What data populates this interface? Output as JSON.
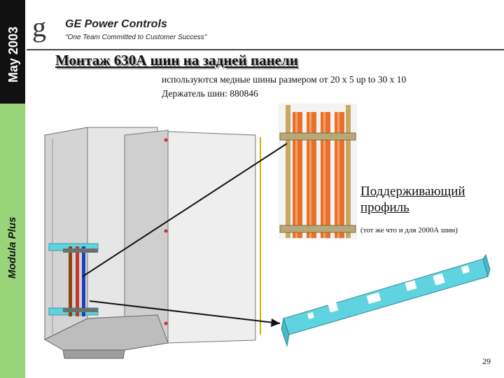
{
  "sidebar": {
    "date": "May 2003",
    "product": "Modula Plus"
  },
  "header": {
    "logo_letter": "g",
    "company": "GE Power Controls",
    "motto": "\"One Team Committed to Customer Success\""
  },
  "slide": {
    "title": "Монтаж 630А шин на задней панели",
    "description_line1": "используются медные шины размером  от 20 x 5 up to 30 x 10",
    "description_line2": "Держатель шин: 880846",
    "callout_title_line1": "Поддерживающий",
    "callout_title_line2": "профиль",
    "callout_note": "(тот же что и для 2000А шин)",
    "page_number": "29"
  },
  "colors": {
    "sidebar_green": "#9ad47a",
    "copper": "#e8702a",
    "profile_cyan": "#5fd3e0",
    "cabinet_gray": "#d9d9d9"
  }
}
